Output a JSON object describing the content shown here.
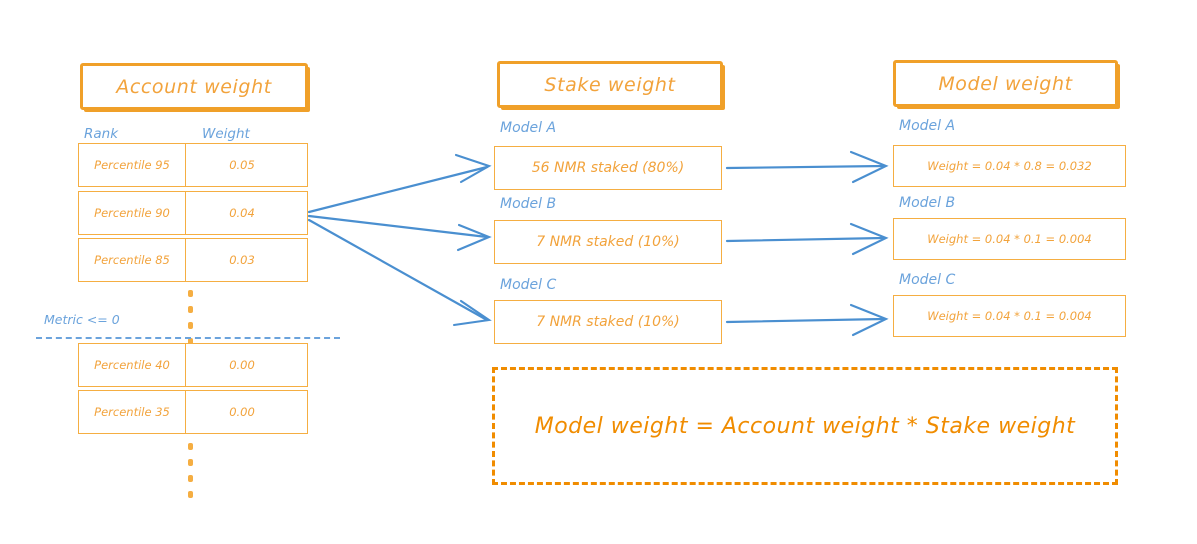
{
  "diagram": {
    "title_boxes": [
      {
        "name": "account-weight",
        "label": "Account weight"
      },
      {
        "name": "stake-weight",
        "label": "Stake weight"
      },
      {
        "name": "model-weight",
        "label": "Model weight"
      }
    ],
    "account_table": {
      "columns": [
        "Rank",
        "Weight"
      ],
      "rows_above": [
        {
          "rank": "Percentile 95",
          "weight": "0.05"
        },
        {
          "rank": "Percentile 90",
          "weight": "0.04"
        },
        {
          "rank": "Percentile 85",
          "weight": "0.03"
        }
      ],
      "rows_below": [
        {
          "rank": "Percentile 40",
          "weight": "0.00"
        },
        {
          "rank": "Percentile 35",
          "weight": "0.00"
        }
      ],
      "cutoff_label": "Metric <= 0"
    },
    "stake_weight": [
      {
        "model": "Model A",
        "value": "56 NMR staked (80%)"
      },
      {
        "model": "Model B",
        "value": "7 NMR staked (10%)"
      },
      {
        "model": "Model C",
        "value": "7 NMR staked (10%)"
      }
    ],
    "model_weight": [
      {
        "model": "Model A",
        "value": "Weight = 0.04 * 0.8 = 0.032"
      },
      {
        "model": "Model B",
        "value": "Weight = 0.04 * 0.1 = 0.004"
      },
      {
        "model": "Model C",
        "value": "Weight = 0.04 * 0.1 = 0.004"
      }
    ],
    "formula": "Model weight = Account weight * Stake weight",
    "colors": {
      "orange_border": "#F5AE42",
      "orange_title": "#F0A029",
      "orange_text": "#F2A33C",
      "orange_strong": "#F08C00",
      "blue": "#6BA3DC",
      "blue_arrow": "#4A8FD0",
      "background": "#FFFFFF"
    }
  }
}
